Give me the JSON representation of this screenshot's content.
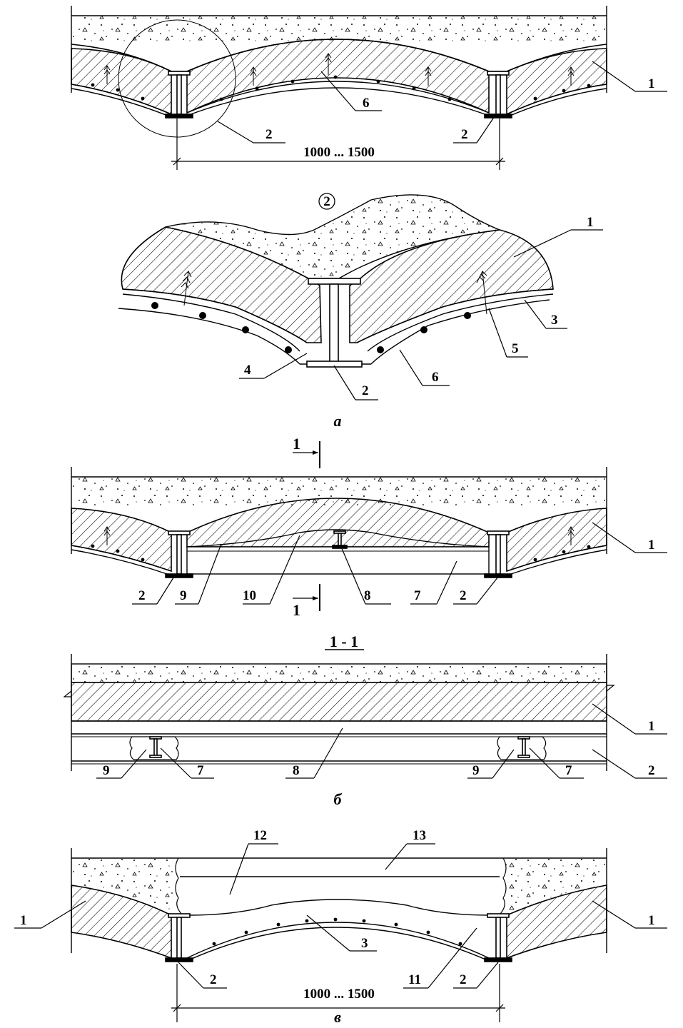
{
  "figure_a_top": {
    "labels": {
      "n1": "1",
      "n6": "6",
      "n2_circle": "2",
      "n2_right": "2"
    },
    "dimension": "1000 ... 1500"
  },
  "detail": {
    "marker": "2",
    "labels": {
      "n1": "1",
      "n3": "3",
      "n5": "5",
      "n4": "4",
      "n2": "2",
      "n6": "6"
    },
    "caption": "а"
  },
  "figure_b": {
    "section_mark": "1",
    "labels": {
      "n1": "1",
      "n2_left": "2",
      "n9": "9",
      "n10": "10",
      "n8": "8",
      "n7": "7",
      "n2_right": "2"
    }
  },
  "section_1_1": {
    "title": "1 - 1",
    "labels": {
      "n1": "1",
      "n2": "2",
      "n9_left": "9",
      "n7_left": "7",
      "n8": "8",
      "n9_right": "9",
      "n7_right": "7"
    },
    "caption": "б"
  },
  "figure_v": {
    "labels": {
      "n12": "12",
      "n13": "13",
      "n1_left": "1",
      "n1_right": "1",
      "n3": "3",
      "n2_left": "2",
      "n11": "11",
      "n2_right": "2"
    },
    "dimension": "1000 ... 1500",
    "caption": "в"
  }
}
